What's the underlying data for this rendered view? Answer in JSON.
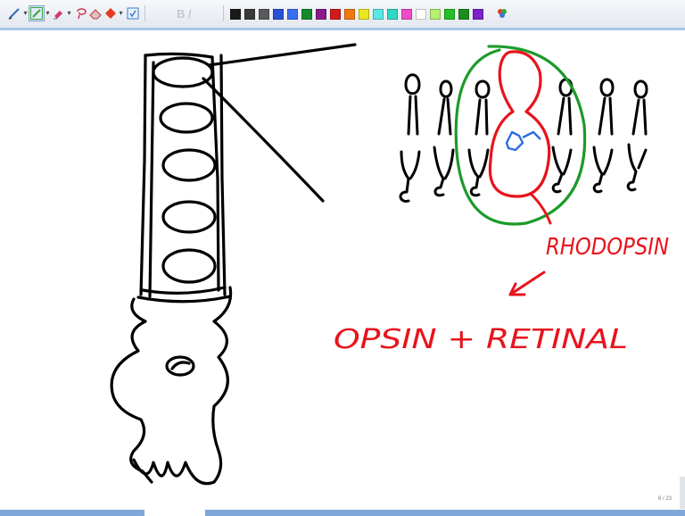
{
  "toolbar": {
    "tools": [
      {
        "name": "pen-tool",
        "icon": "pen-icon",
        "color": "#2b6fbf",
        "active": false
      },
      {
        "name": "pen-select-tool",
        "icon": "pen-frame-icon",
        "color": "#3aa63a",
        "active": true
      },
      {
        "name": "highlighter-tool",
        "icon": "highlighter-icon",
        "color": "#d03a6a",
        "active": false
      },
      {
        "name": "lasso-tool",
        "icon": "lasso-icon",
        "color": "#c9354e",
        "active": false
      },
      {
        "name": "eraser-tool",
        "icon": "eraser-icon",
        "color": "#b04040",
        "active": false
      },
      {
        "name": "shape-tool",
        "icon": "shape-icon",
        "color": "#e23b1f",
        "active": false
      },
      {
        "name": "insert-space-tool",
        "icon": "insert-space-icon",
        "color": "#3a7ad0",
        "active": false
      }
    ],
    "faded_glyphs": "B /",
    "swatches": [
      "#1a1a1a",
      "#3a3a3a",
      "#5a5a5a",
      "#2a4fd6",
      "#3b6ff0",
      "#168a2a",
      "#8a1a8a",
      "#d21a1a",
      "#f07a10",
      "#e8e820",
      "#58e8e8",
      "#2fd8c8",
      "#f04ac8",
      "#ffffff",
      "#b8f070",
      "#22c022",
      "#1c8c1c",
      "#7a22c8"
    ],
    "swatch_more_icon": "color-picker-icon"
  },
  "canvas": {
    "annotations": {
      "rhodopsin": "RHODOPSIN",
      "opsin_retinal": "OPSIN + RETINAL"
    },
    "ink_colors": {
      "black": "#000000",
      "red": "#e8131c",
      "green": "#1c9a2a",
      "blue": "#2f6de0"
    }
  },
  "page_indicator": "6 / 23"
}
